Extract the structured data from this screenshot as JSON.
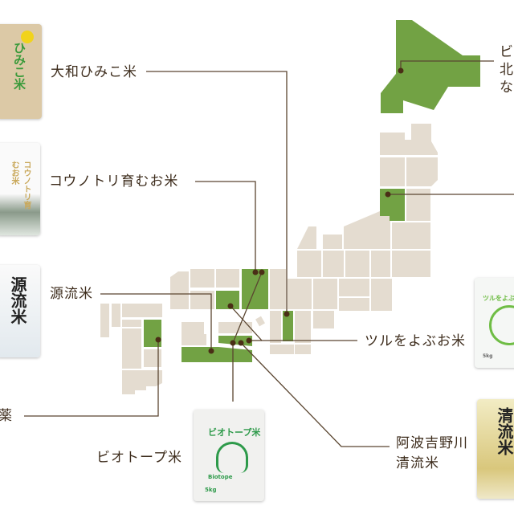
{
  "colors": {
    "region": "#e4dcd0",
    "highlight": "#72a244",
    "line": "#5a4530",
    "text": "#3d2c1c"
  },
  "products": [
    {
      "name": "大和ひみこ米",
      "bag_text": "ひみこ米"
    },
    {
      "name": "コウノトリ育むお米",
      "bag_text": "コウノトリ育むお米"
    },
    {
      "name": "源流米",
      "bag_text": "源流米"
    },
    {
      "name": "薬"
    },
    {
      "name": "ビオトープ米",
      "bag_text": "ビオトープ米",
      "bag_sub": "Biotope",
      "bag_weight": "5kg"
    },
    {
      "name": "ツルをよぶお米",
      "bag_text": "ツルをよぶお米",
      "bag_weight": "5kg"
    },
    {
      "name_line1": "阿波吉野川",
      "name_line2": "清流米",
      "bag_text": "清流米"
    }
  ],
  "hokkaido_label": {
    "line1": "ビ",
    "line2": "北",
    "line3": "な"
  }
}
